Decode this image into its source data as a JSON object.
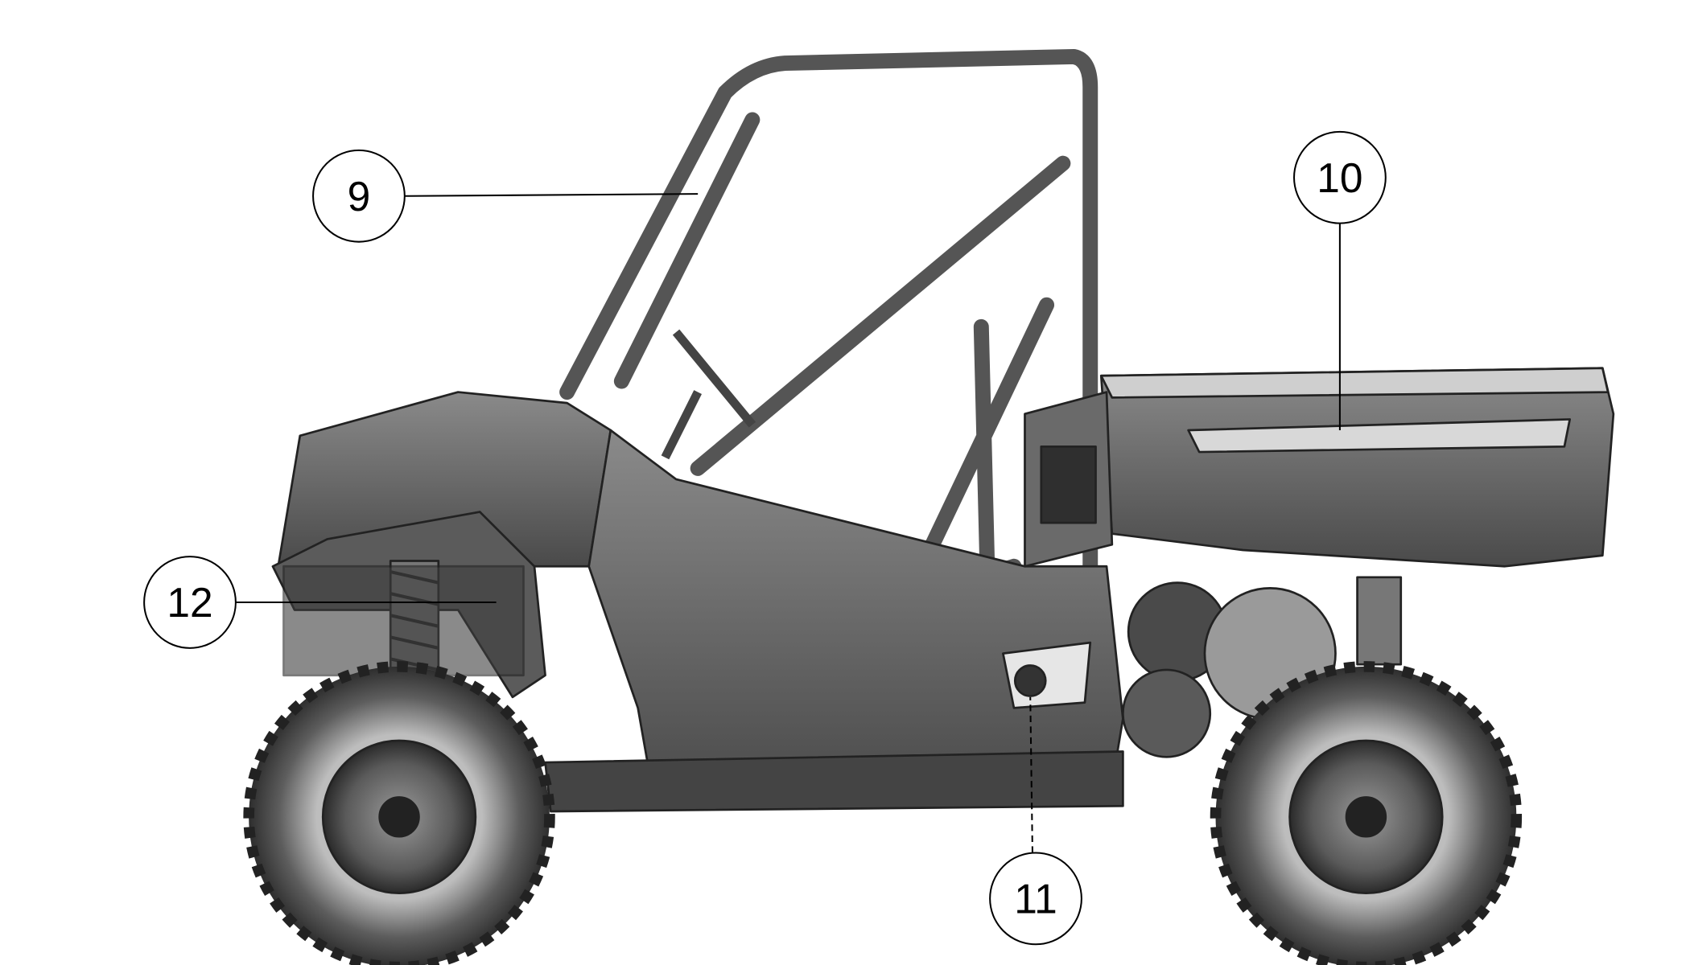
{
  "diagram": {
    "subject": "utility-vehicle-side-view",
    "callouts": [
      {
        "id": "callout-9",
        "label": "9"
      },
      {
        "id": "callout-10",
        "label": "10"
      },
      {
        "id": "callout-11",
        "label": "11"
      },
      {
        "id": "callout-12",
        "label": "12"
      }
    ],
    "colors": {
      "body": "#6e6e6e",
      "dark": "#3a3a3a",
      "light": "#b5b5b5",
      "line": "#000000"
    }
  }
}
